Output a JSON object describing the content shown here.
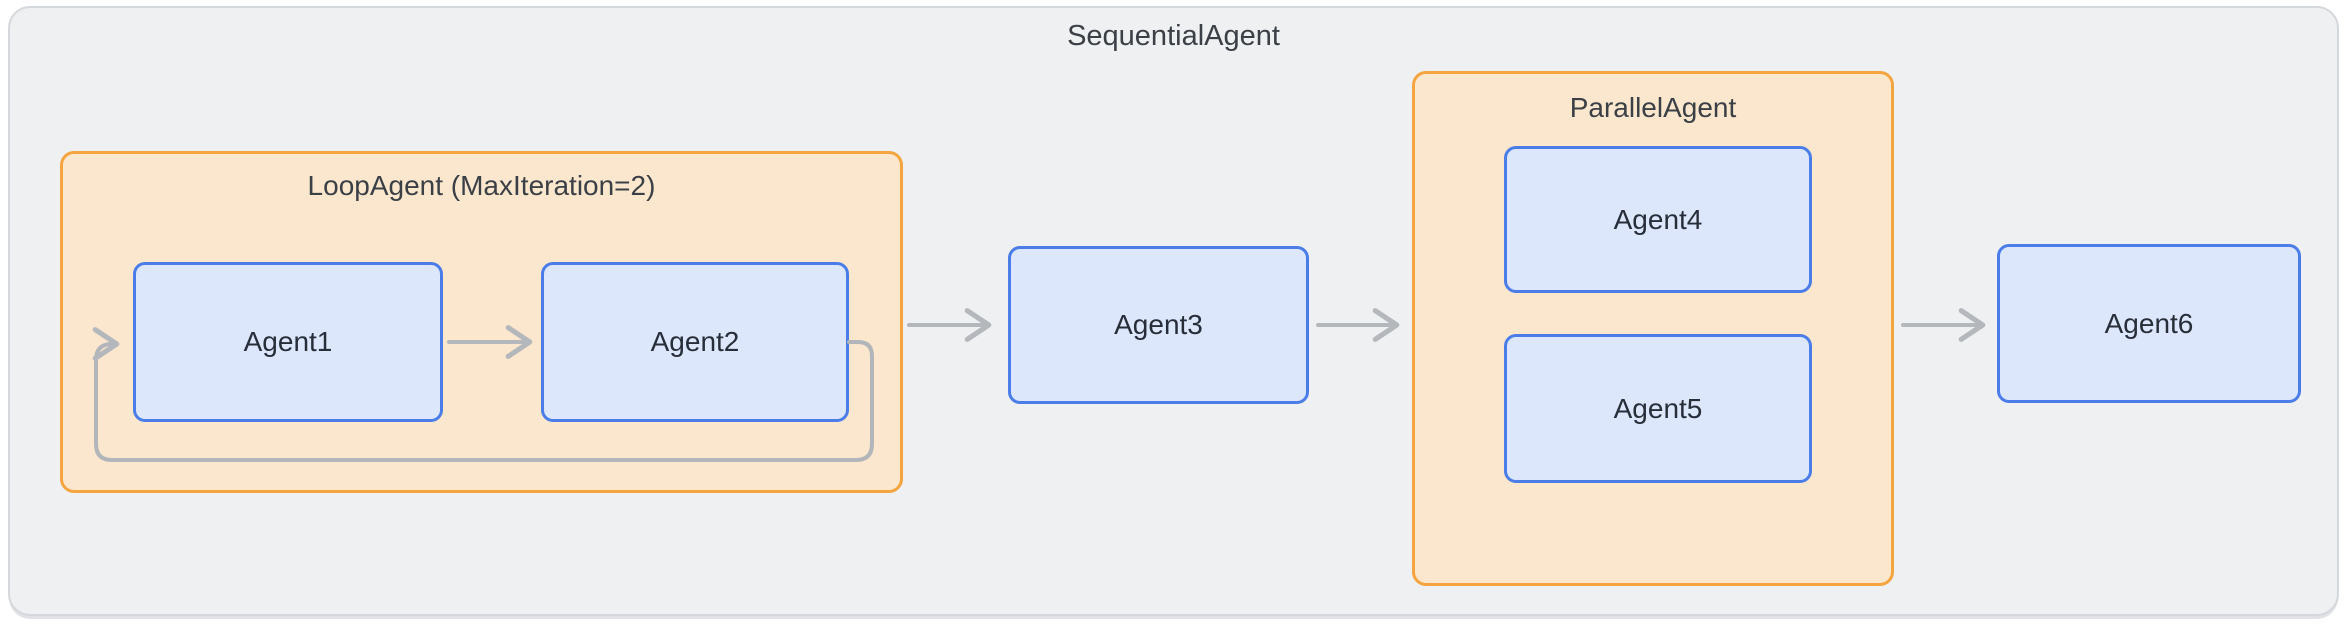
{
  "diagram": {
    "title": "SequentialAgent",
    "groups": {
      "loop": {
        "label": "LoopAgent (MaxIteration=2)",
        "type": "LoopAgent",
        "max_iteration": 2
      },
      "parallel": {
        "label": "ParallelAgent",
        "type": "ParallelAgent"
      }
    },
    "nodes": {
      "agent1": {
        "label": "Agent1"
      },
      "agent2": {
        "label": "Agent2"
      },
      "agent3": {
        "label": "Agent3"
      },
      "agent4": {
        "label": "Agent4"
      },
      "agent5": {
        "label": "Agent5"
      },
      "agent6": {
        "label": "Agent6"
      }
    },
    "edges": [
      {
        "from": "Agent1",
        "to": "Agent2",
        "style": "arrow"
      },
      {
        "from": "Agent2",
        "to": "Agent1",
        "style": "loop-back"
      },
      {
        "from": "LoopAgent",
        "to": "Agent3",
        "style": "arrow"
      },
      {
        "from": "Agent3",
        "to": "ParallelAgent",
        "style": "arrow"
      },
      {
        "from": "ParallelAgent",
        "to": "Agent6",
        "style": "arrow"
      }
    ],
    "colors": {
      "outer_fill": "#eef0f2",
      "outer_border": "#d4d7db",
      "group_fill": "#fae7cd",
      "group_border": "#f4a540",
      "node_fill": "#dde7fb",
      "node_border": "#4b7de8",
      "arrow": "#b4b7bb",
      "text": "#272e39"
    }
  }
}
